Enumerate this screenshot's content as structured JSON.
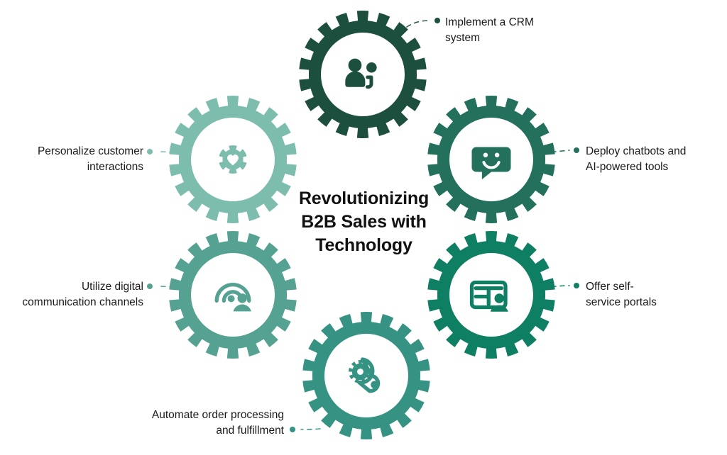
{
  "center": {
    "title_lines": [
      "Revolutionizing",
      "B2B Sales with",
      "Technology"
    ],
    "title_plain": "Revolutionizing B2B Sales with Technology"
  },
  "palette": {
    "darkest_green": "#1C4F3E",
    "dark_green": "#23705C",
    "teal_green": "#0E7F63",
    "mid_green": "#369383",
    "light_green": "#56A292",
    "lightest_green": "#7DBDAE",
    "text": "#1a1a1a",
    "background": "#ffffff"
  },
  "nodes": [
    {
      "id": "crm",
      "icon": "users-phone-icon",
      "color": "#1C4F3E",
      "bullet_color": "#1C4F3E",
      "label_lines": [
        "Implement a CRM",
        "system"
      ],
      "label_plain": "Implement a CRM system",
      "side": "right"
    },
    {
      "id": "chatbots",
      "icon": "chat-smiley-icon",
      "color": "#23705C",
      "bullet_color": "#23705C",
      "label_lines": [
        "Deploy chatbots and",
        "AI-powered tools"
      ],
      "label_plain": "Deploy chatbots and AI-powered tools",
      "side": "right"
    },
    {
      "id": "self-service",
      "icon": "dashboard-person-icon",
      "color": "#0E7F63",
      "bullet_color": "#0E7F63",
      "label_lines": [
        "Offer self-",
        "service portals"
      ],
      "label_plain": "Offer self-service portals",
      "side": "right"
    },
    {
      "id": "automation",
      "icon": "gear-belt-icon",
      "color": "#369383",
      "bullet_color": "#369383",
      "label_lines": [
        "Automate order processing",
        "and fulfillment"
      ],
      "label_plain": "Automate order processing and fulfillment",
      "side": "left"
    },
    {
      "id": "digital-comms",
      "icon": "broadcast-person-icon",
      "color": "#56A292",
      "bullet_color": "#56A292",
      "label_lines": [
        "Utilize digital",
        "communication channels"
      ],
      "label_plain": "Utilize digital communication channels",
      "side": "left"
    },
    {
      "id": "personalize",
      "icon": "gear-heart-icon",
      "color": "#7DBDAE",
      "bullet_color": "#7DBDAE",
      "label_lines": [
        "Personalize customer",
        "interactions"
      ],
      "label_plain": "Personalize customer interactions",
      "side": "left"
    }
  ]
}
